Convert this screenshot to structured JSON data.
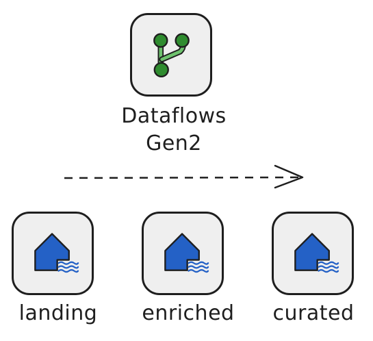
{
  "source": {
    "title_line1": "Dataflows",
    "title_line2": "Gen2",
    "icon": "dataflow-icon",
    "icon_color": "#2f8c2f"
  },
  "flow_arrow": {
    "style": "dashed",
    "direction": "right"
  },
  "stages": [
    {
      "label": "landing",
      "icon": "lakehouse-icon"
    },
    {
      "label": "enriched",
      "icon": "lakehouse-icon"
    },
    {
      "label": "curated",
      "icon": "lakehouse-icon"
    }
  ],
  "colors": {
    "tile_fill": "#efefef",
    "stroke": "#1e1e1e",
    "lakehouse_blue": "#2461c6",
    "dataflow_green": "#2f8c2f"
  }
}
